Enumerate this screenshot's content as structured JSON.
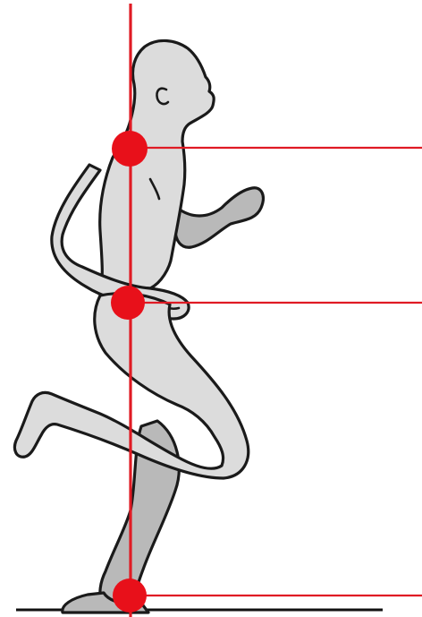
{
  "figure": {
    "subject": "runner-side-view",
    "markers": [
      "shoulder",
      "hip",
      "ankle"
    ],
    "colors": {
      "guide_line": "#e01b24",
      "marker": "#e8101a",
      "body_fill": "#dcdcdc",
      "far_limb_fill": "#b9b9b9",
      "outline": "#1a1a1a"
    }
  }
}
